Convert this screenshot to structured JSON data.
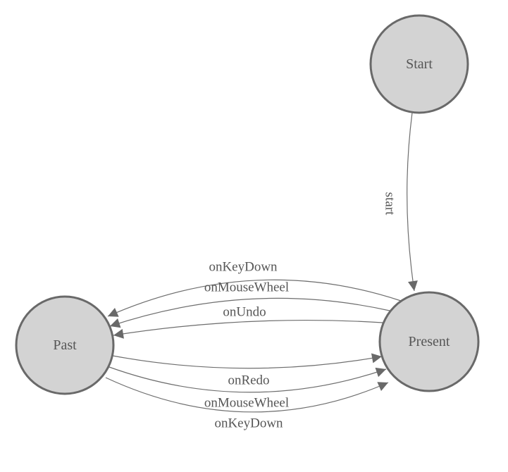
{
  "diagram": {
    "type": "state-machine",
    "colors": {
      "background": "#ffffff",
      "node_fill": "#d3d3d3",
      "node_stroke": "#696969",
      "edge_stroke": "#6e6e6e",
      "arrow_fill": "#696969",
      "text": "#565656"
    },
    "nodes": [
      {
        "id": "start",
        "label": "Start"
      },
      {
        "id": "past",
        "label": "Past"
      },
      {
        "id": "present",
        "label": "Present"
      }
    ],
    "edges": [
      {
        "from": "start",
        "to": "present",
        "label": "start",
        "label_rotation_deg": 90
      },
      {
        "from": "present",
        "to": "past",
        "label": "onKeyDown"
      },
      {
        "from": "present",
        "to": "past",
        "label": "onMouseWheel"
      },
      {
        "from": "present",
        "to": "past",
        "label": "onUndo"
      },
      {
        "from": "past",
        "to": "present",
        "label": "onRedo"
      },
      {
        "from": "past",
        "to": "present",
        "label": "onMouseWheel"
      },
      {
        "from": "past",
        "to": "present",
        "label": "onKeyDown"
      }
    ]
  }
}
